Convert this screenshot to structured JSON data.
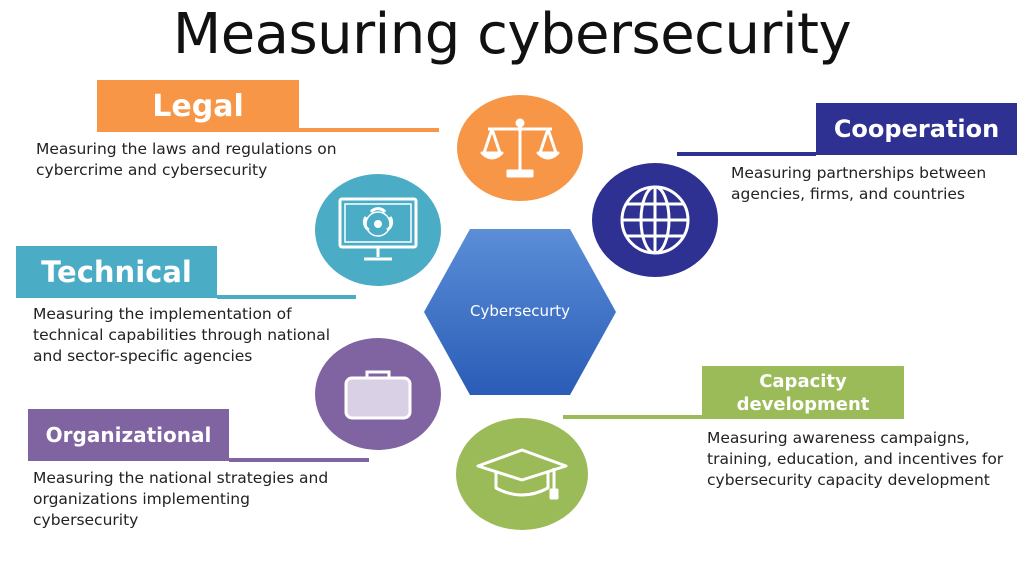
{
  "title": "Measuring cybersecurity",
  "center": {
    "label": "Cybersecurty"
  },
  "categories": {
    "legal": {
      "label": "Legal",
      "description": [
        "Measuring the laws and regulations on",
        "cybercrime and cybersecurity"
      ],
      "color": "#F79646",
      "icon": "scales-icon"
    },
    "technical": {
      "label": "Technical",
      "description": [
        "Measuring the implementation of",
        "technical capabilities through national",
        "and sector-specific agencies"
      ],
      "color": "#4BACC6",
      "icon": "biohazard-monitor-icon"
    },
    "organizational": {
      "label": "Organizational",
      "description": [
        "Measuring the national strategies and",
        "organizations implementing",
        "cybersecurity"
      ],
      "color": "#8064A2",
      "icon": "briefcase-icon"
    },
    "cooperation": {
      "label": "Cooperation",
      "description": [
        "Measuring partnerships between",
        "agencies, firms, and countries"
      ],
      "color": "#2E3192",
      "icon": "globe-icon"
    },
    "capacity": {
      "label": [
        "Capacity",
        "development"
      ],
      "description": [
        "Measuring awareness campaigns,",
        "training, education, and incentives for",
        "cybersecurity capacity development"
      ],
      "color": "#9BBB59",
      "icon": "graduation-cap-icon"
    }
  }
}
